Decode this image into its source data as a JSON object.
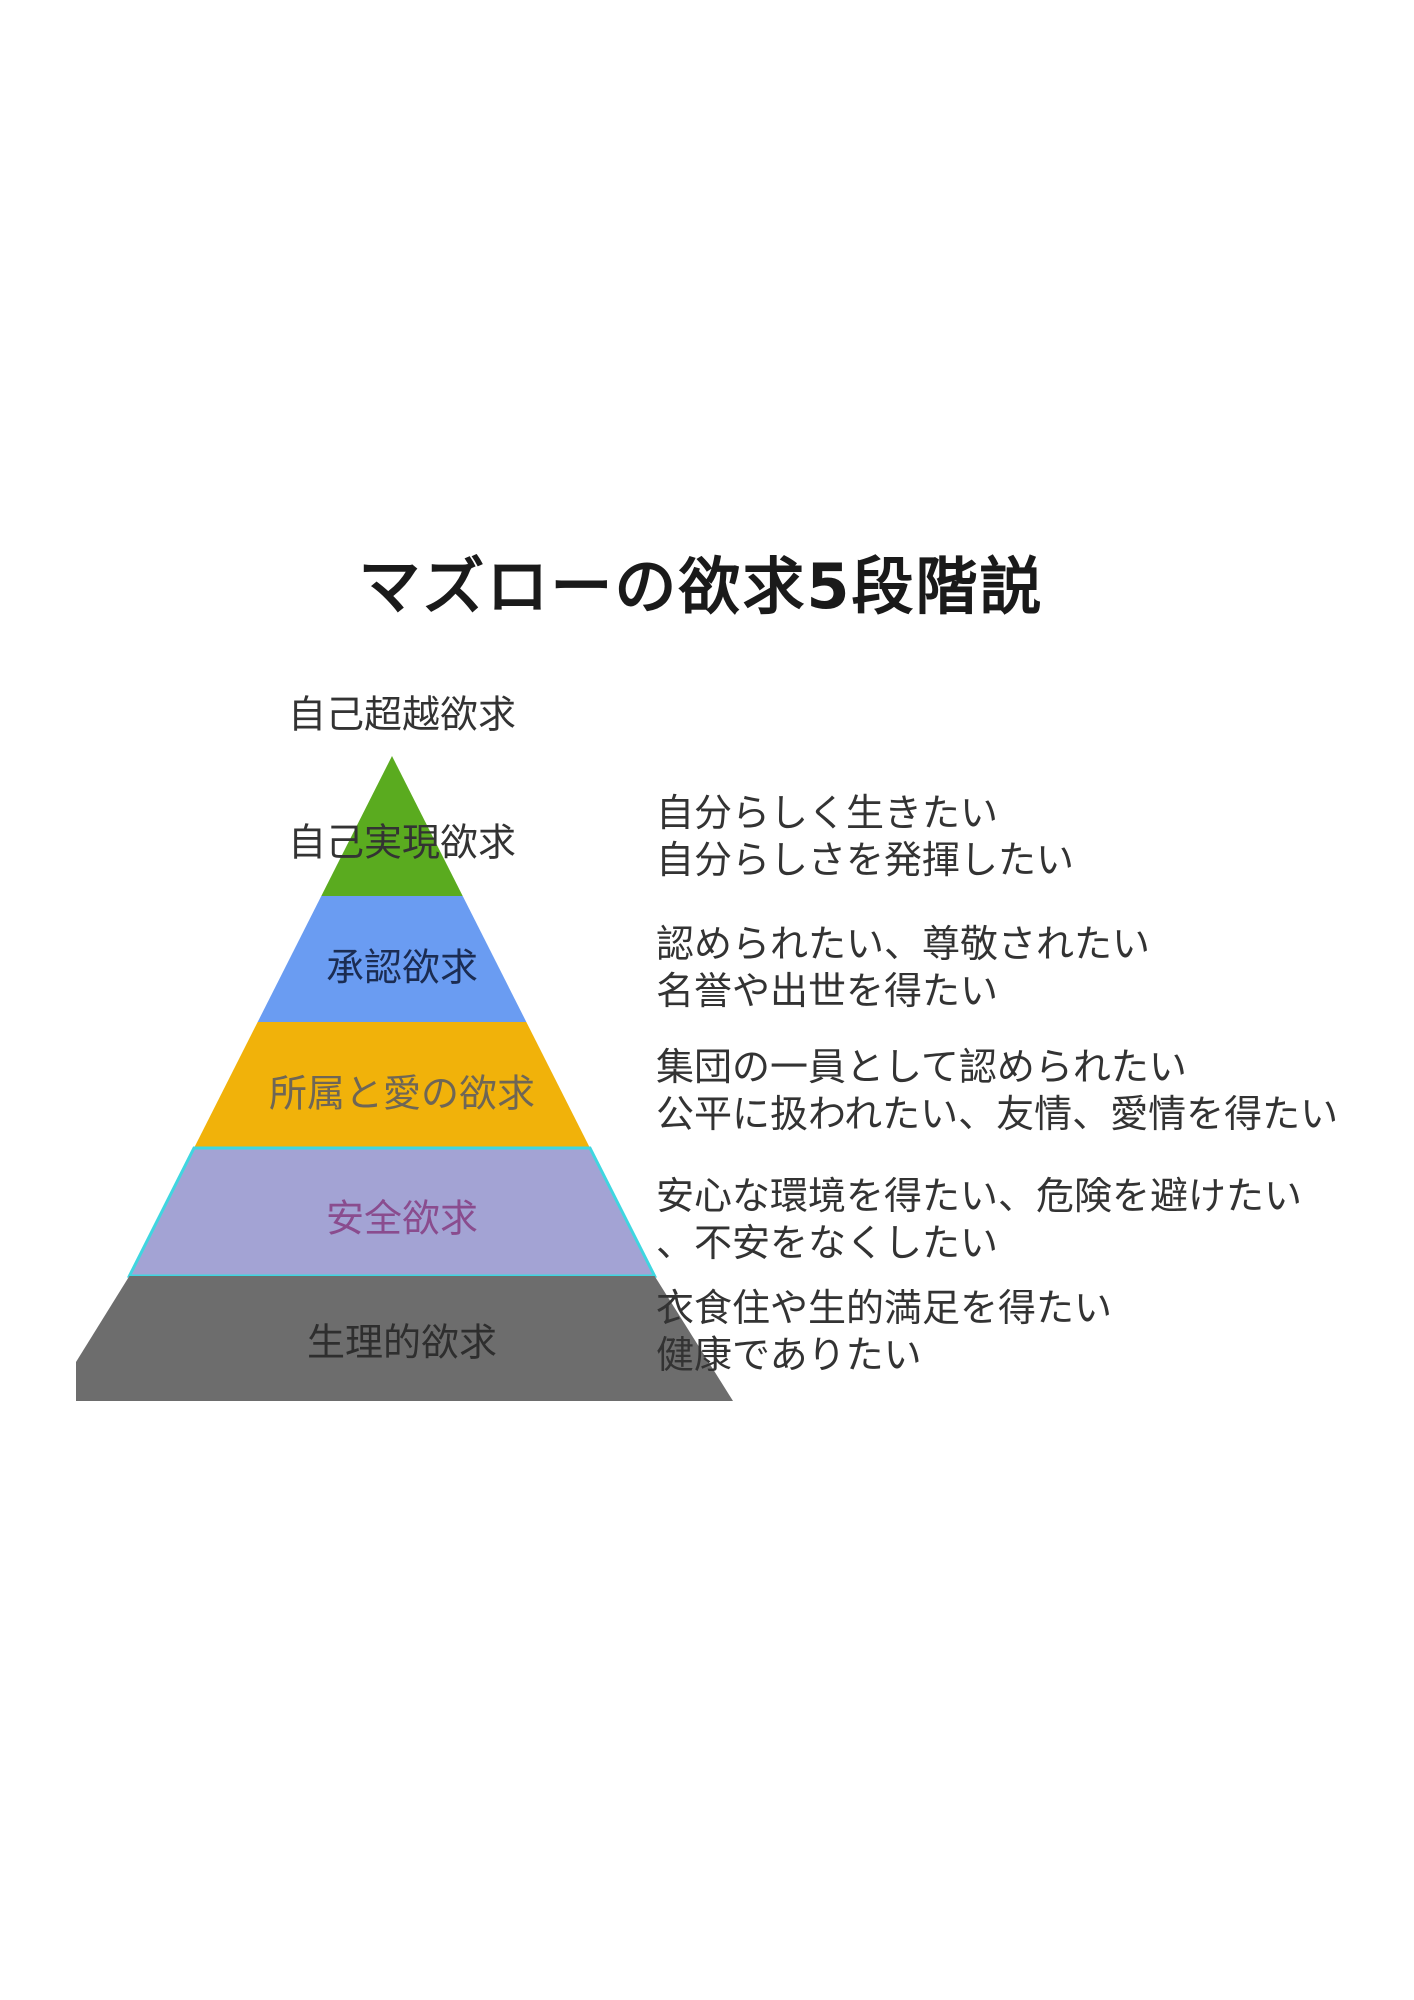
{
  "title": "マズローの欲求5段階説",
  "top_label": "自己超越欲求",
  "levels": [
    {
      "name": "自己実現欲求",
      "color": "#5aab1f",
      "text_color": "#333333",
      "desc": [
        "自分らしく生きたい",
        "自分らしさを発揮したい"
      ]
    },
    {
      "name": "承認欲求",
      "color": "#6a9cf2",
      "text_color": "#1b2c52",
      "desc": [
        "認められたい、尊敬されたい",
        "名誉や出世を得たい"
      ]
    },
    {
      "name": "所属と愛の欲求",
      "color": "#f1b20a",
      "text_color": "#6e6656",
      "desc": [
        "集団の一員として認められたい",
        "公平に扱われたい、友情、愛情を得たい"
      ]
    },
    {
      "name": "安全欲求",
      "color": "#a3a3d4",
      "text_color": "#8a4c8e",
      "desc": [
        "安心な環境を得たい、危険を避けたい",
        "、不安をなくしたい"
      ]
    },
    {
      "name": "生理的欲求",
      "color": "#6d6d6d",
      "text_color": "#2e2e2e",
      "desc": [
        "衣食住や生的満足を得たい",
        "健康でありたい"
      ]
    }
  ]
}
